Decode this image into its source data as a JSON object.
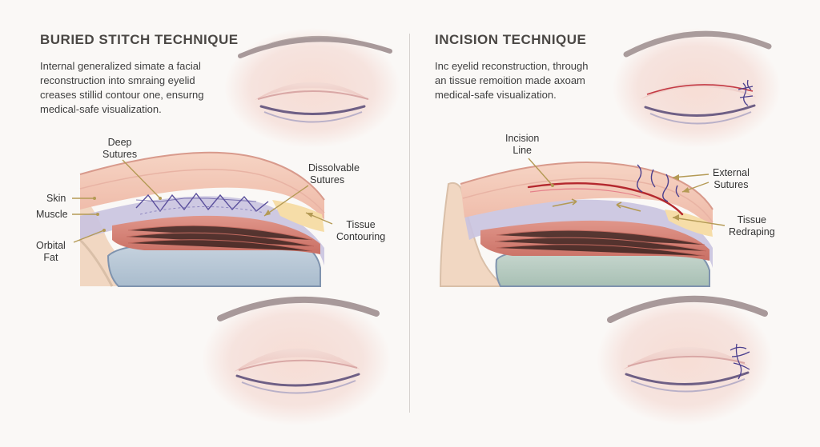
{
  "left": {
    "title": "BURIED STITCH TECHNIQUE",
    "description": [
      "Internal generalized simate a facial",
      "reconstruction into smraing eyelid",
      "creases stillid contour one, ensurng",
      "medical-safe visualization."
    ],
    "labels": {
      "deep_sutures": [
        "Deep",
        "Sutures"
      ],
      "skin": "Skin",
      "muscle": "Muscle",
      "orbital_fat": [
        "Orbital",
        "Fat"
      ],
      "dissolvable_sutures": [
        "Dissolvable",
        "Sutures"
      ],
      "tissue_contouring": [
        "Tissue",
        "Contouring"
      ]
    }
  },
  "right": {
    "title": "INCISION TECHNIQUE",
    "description": [
      "Inc eyelid reconstruction, through",
      "an tissue remoition made axoam",
      "medical-safe visualization."
    ],
    "labels": {
      "incision_line": [
        "Incision",
        "Line"
      ],
      "external_sutures": [
        "External",
        "Sutures"
      ],
      "tissue_redraping": [
        "Tissue",
        "Redraping"
      ]
    }
  },
  "colors": {
    "background": "#faf8f6",
    "skin": "#f3c9b8",
    "muscle": "#d98478",
    "fat": "#f6dda8",
    "orbit": "#b8c7d6",
    "suture_purple": "#5a4f9c",
    "incision_red": "#b4282e",
    "leader": "#b49a55"
  }
}
